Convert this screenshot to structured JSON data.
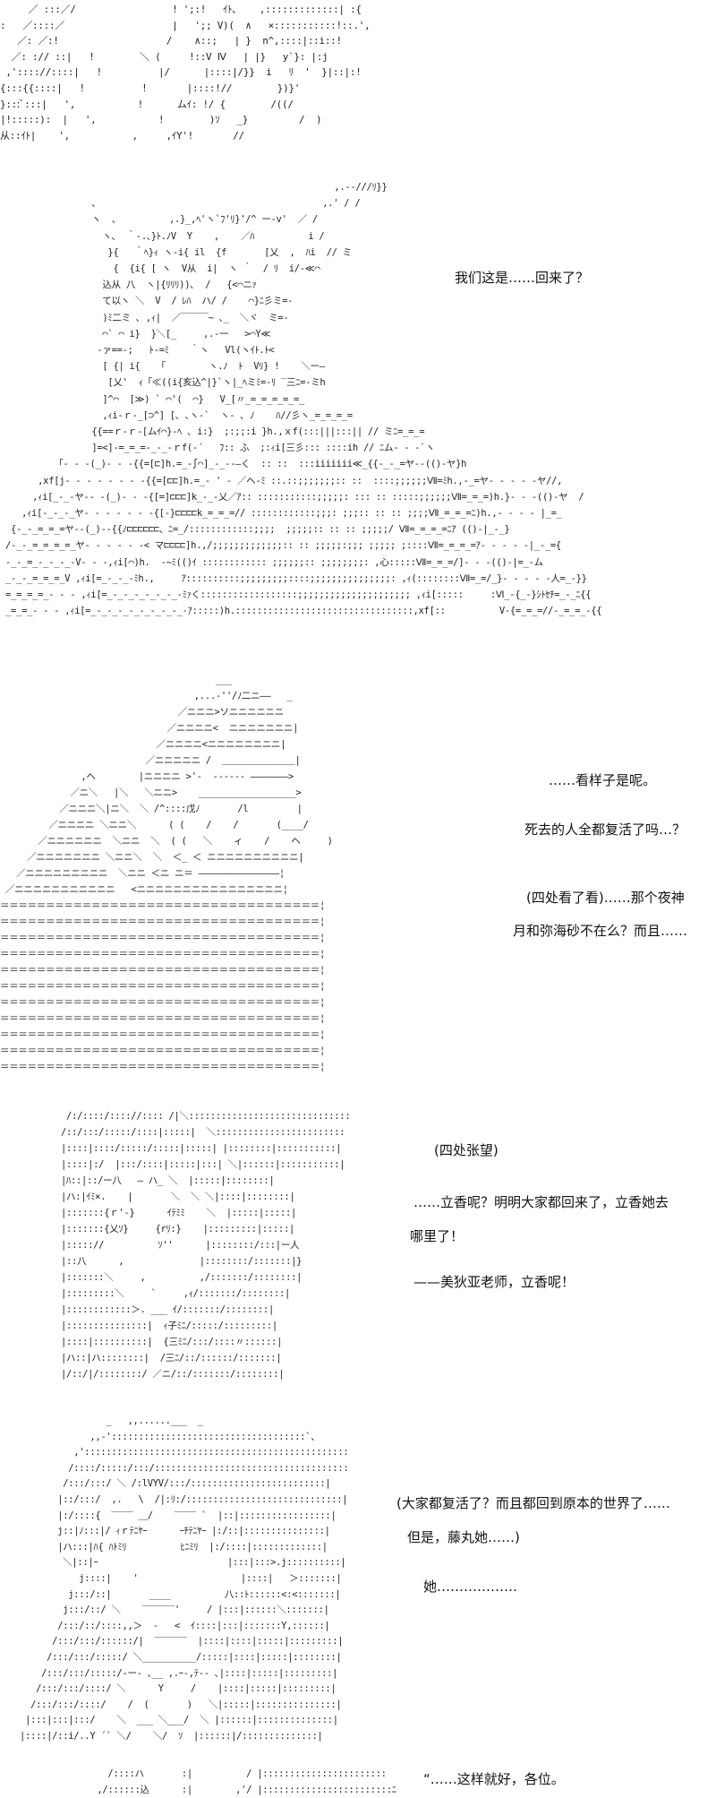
{
  "panels": [
    {
      "art": [
        "     ／ :::／/                 ! ';:!   ｲﾄ､    ,:::::::::::::| :{",
        ":   ／::::／                   |   ';; V)(  ∧   ×:::::::::::!::.',",
        "   ／: ／:!                   /    ∧::;   | }  n^,::::|::i::!",
        "  ／: :// ::|   !        ＼ (     !::V Ⅳ   | |}   y`}: |:j",
        " ,':::://::::|   !          |/      |::::|/}}  i   ﾘ  '  }|::|:!",
        "{:::{{::::|   !          !       |::::!//        })}'",
        "}:::ﾞ:::|   ',           !      ムｲ: !/ {        /((/",
        "|!:::::):  |   ',           !        )ｿ   _}         /  )",
        "从::ｲﾄ|    ',           ,     ,ｲY'!       //"
      ],
      "lines": [
        "我们这是……回来了？"
      ]
    },
    {
      "art": [
        "                                                              ,.-‐///ﾘ}}",
        "                 ､                                          ,.' / /",
        "                 ヽ  、         ,.}_,ﾍ'ヽ`ﾌ'ﾘ}'/^ ー-v'  ／ /",
        "                   ヽ､  ｀‐.､}ﾄ.ﾉV  Y    ,    ／ﾊ          i /",
        "                    }{   ｀ﾍ}ｨ ヽ-i{ il  {f       [乂  ,  ﾊi  // ミ",
        "                     {  {i{ [ ヽ  V从  i|  ヽ ｀  / ﾘ  i/-≪⌒",
        "                   込从 八  ヽ|{ﾘﾘﾘ))､  /   {<⌒ニｧ",
        "                   て以ヽ ＼  V  / ﾚﾊ  ハ/ /    ⌒}ﾆ彡ミ=-",
        "                   )ﾐ二ミ ､ ,ｨ|  ／￣￣￣~ ､_  ＼ヾ  ミ=-",
        "                   ⌒` ⌒ i}  }＼[_     ,.-一   >⌒Y≪",
        "                  -ァ==-;   ﾄ-=ﾐ    ｀ヽ   Vl(ヽｲﾄ.ﾄ<",
        "                   [ {| i{   「        ヽ.ﾉ  ﾄ  Vﾘ} !    ＼ー―",
        "                    [乂'  ｨ「≪((i{亥込^|}`ヽ|_ﾍミﾐ=-ﾘ ‾三ﾆ=-ミh",
        "                   ]^⌒  [≫) ` ⌒'(  ⌒}   V_[〃_=_=_=_=_=_",
        "                   ,ｨi-ｒ-_[⊃^] [､ ､ヽ-`  ヽ- ､ ﾉ    ﾊ//彡ヽ_=_=_=_=",
        "                 {{==ｒ-ｒ-[ムｲ⌒}‐ﾍ ､ i:}  ;:;;:i }h.,ｘf(:::|||:::|| // ミﾆ=_=_=",
        "                 ]=<]-=_=_=-_-_-ｒf(-´   ﾌ:: ふ  ;:ｨi[三彡::: ::::ih // ﾆム- - -`ヽ",
        "          「- - -(_)- - -{{=[⊏]h.=_-∫⌒]_-_--―く  :: ::  :::iiiiiii≪_{{-_-_=ヤ--(()-ヤ}h",
        "       ,xf[j- - - - - - - -{{=[⊏⊏]h.=_‐ ' - ／ヘ-ﾐ ::.::;;;;;;;:: ::  ::::;;;;;;Ⅶ=ﾐh.,-_=ヤ- - - - -ヤ//,",
        "      ,ｨi[_-_-ヤ-- -(_)- - -{[=]⊏⊏⊏]k_-_-乂／ｱ:: :::::::::::;;;;;: ::: :: :::::;;;;;;Ⅶ=_=_=)h.}- - -(()-ヤ  /",
        "    ,ｨi[-_-_-_ヤ- - - - - - -{[-}⊏⊏⊏⊏k_=_=_=// ::::::::::::;;;: ;;;:: :: :: ;;;;Ⅶ_=_=_=ﾆ)h.,- - - - |_=_",
        "  {-_-_=_=_=ヤ--(_)--{{ﾉ⊏⊏⊏⊏⊏⊏、ﾆ=_/::::::::::::;;;;  ;;;;;:: :: :: ;;;;;/ Ⅶ=_=_=_=ﾆｱ (()-|_-_}",
        " /-_-_=_=_=_=_ヤ- - - - - -< マ⊏⊏⊏⊏]h.,/;;;;;;;;;;;;;:: :: ;;;;;:;;; ;;;;; ;::::Ⅶ=_=_=_=ｱ- - - - -|_-_={",
        " -_-_=_-_-_-_-V- - -,ｨi[⌒)h.  ‐~ﾐ(()ｲ :::::::::::: ;;;;;;:: ;;;;;;;;: ,心:::::Ⅶ=_=_=/]- - -(()-|=_-ム",
        " _-_-_=_=_=_V ,ｨi[=_-_-_-ﾐh.,     ｱ::::::::::;;;;;;;;;::::;;;;;;;;;;;;;;;: ,ｨ(::::::::Ⅶ=_=/_}- - - - -人=_-}}",
        " =_=_=_=_- - - ,ｨi[=_-_-_-_-_-_-_-ﾐｧく::::::::::::::::::;;;;;;;;;;;;;;;;;;;;; ,ｨi[:::::     :Ⅵ_-{_-}ｼﾄｾﾁ=_-_ﾆ{{",
        " _=_=_- - - ,ｨi[=_-_-_-_-_-_-_-_-_-ｱ:::::)h.:::::::::::::::::::::::::::::::::,xf[::          V-{=_=_=//-_=_=_-{{"
      ],
      "lines": []
    },
    {
      "art": [
        "                                        ___",
        "                                    ,...-''/ﾉ二ニ――   _",
        "                                 ／ニニニ>ソニニニニニニ",
        "                               ／ニニニニ<  ニニニニニニニ|",
        "                             ／ニニニニ<ニニニニニニニニ|",
        "                           ／ニニニニニ /  ＿＿＿＿＿＿＿＿|",
        "               ,ヘ        |ニニニニ >'‐  ‐-‐-‐- ―――――――>",
        "             ／ニ＼   |＼   ＼ニニ>    __________________>",
        "           ／ニニニ＼|ニ＼  ＼ /^::::戊ﾉ       /l         |",
        "         ／ニニニニ ＼ニニ＼      ( (    /    /       (____/",
        "       ／ニニニニニニ  ＼ニニ  ＼  ( (   ＼    ィ    /    ヘ     )",
        "     ／ニニニニニニニ ＼ニニ＼  ＼  ＜_ ＜ ニニニニニニニニニニ|",
        "   ／ニニニニニニニニニ  ＼ニニ ＜ニ ニ＝ ―――――――――――――――¦",
        " ／ニニニニニニニニニニニ   <ニニニニニニニニニニニニニニニニ¦",
        "＝＝＝＝＝＝＝＝＝＝＝＝＝＝＝＝＝＝＝＝＝＝＝＝＝＝＝＝＝＝＝＝＝＝＝¦",
        "＝＝＝＝＝＝＝＝＝＝＝＝＝＝＝＝＝＝＝＝＝＝＝＝＝＝＝＝＝＝＝＝＝＝＝¦",
        "＝＝＝＝＝＝＝＝＝＝＝＝＝＝＝＝＝＝＝＝＝＝＝＝＝＝＝＝＝＝＝＝＝＝＝¦",
        "＝＝＝＝＝＝＝＝＝＝＝＝＝＝＝＝＝＝＝＝＝＝＝＝＝＝＝＝＝＝＝＝＝＝＝¦",
        "＝＝＝＝＝＝＝＝＝＝＝＝＝＝＝＝＝＝＝＝＝＝＝＝＝＝＝＝＝＝＝＝＝＝＝¦",
        "＝＝＝＝＝＝＝＝＝＝＝＝＝＝＝＝＝＝＝＝＝＝＝＝＝＝＝＝＝＝＝＝＝＝＝¦",
        "＝＝＝＝＝＝＝＝＝＝＝＝＝＝＝＝＝＝＝＝＝＝＝＝＝＝＝＝＝＝＝＝＝＝＝¦",
        "＝＝＝＝＝＝＝＝＝＝＝＝＝＝＝＝＝＝＝＝＝＝＝＝＝＝＝＝＝＝＝＝＝＝＝¦",
        "＝＝＝＝＝＝＝＝＝＝＝＝＝＝＝＝＝＝＝＝＝＝＝＝＝＝＝＝＝＝＝＝＝＝＝¦",
        "＝＝＝＝＝＝＝＝＝＝＝＝＝＝＝＝＝＝＝＝＝＝＝＝＝＝＝＝＝＝＝＝＝＝＝¦",
        "＝＝＝＝＝＝＝＝＝＝＝＝＝＝＝＝＝＝＝＝＝＝＝＝＝＝＝＝＝＝＝＝＝＝＝¦"
      ],
      "lines": [
        "……看样子是呢。",
        "死去的人全都复活了吗…？",
        "(四处看了看)……那个夜神",
        "月和弥海砂不在么？而且……"
      ]
    },
    {
      "art": [
        "  /:/::::/:::://:::: /|＼::::::::::::::::::::::::::::::",
        " /::/:::/:::::/::::|:::::|  ＼::::::::::::::::::::::::",
        " |::::|::::/:::::/:::::|:::::| |::::::::|:::::::::::|",
        " |::::|:/  |:::/::::|:::::|:::| ＼|::::::|:::::::::::|",
        " |ﾊ::|::/ー八   ― ハ_ ＼  |:::::|::::::::|",
        " |ハ:|ｲﾐ×.    |       ＼  ＼ ＼|::::|::::::::|",
        " |:::::::{ｒ'-}      ｲﾃﾐﾐ    ＼  |:::::|:::::|",
        " |:::::::{乂ｿ}     {rﾘ:}    |:::::::::|:::::|",
        " |::::://          ｿ''      |::::::::/:::|ー人",
        " |::八      ,              |::::::::/:::::::|}",
        " |:::::::＼     ,          ,/:::::::/::::::::|",
        " |:::::::::＼     `     ,ｨ/:::::::/::::::::|",
        " |::::::::::::＞. ___ ｲ/:::::::/::::::::|",
        " |:::::::::::::::|  ｨ子ﾐﾆ/:::::/:::::::::|",
        " |::::|::::::::::|  {三ﾐﾆ/:::/::::〃::::::|",
        " |ハ::|ハ::::::::|  /三ﾆ/::/::::::/:::::::|",
        " |/::/|/::::::::/ ／ニ/::/:::::::/::::::::|"
      ],
      "lines": [
        "(四处张望)",
        "……立香呢？明明大家都回来了，立香她去",
        "哪里了！",
        "——美狄亚老师，立香呢！"
      ]
    },
    {
      "art": [
        "                  _   ,,......___  _",
        "               ,,-'::::::::::::::::::::::::::::::::::::`、",
        "            ,':::::::::::::::::::::::::::::::::::::::::::::::::",
        "           /::::/:::::/:::/::::::::::::::::::::::::::::::::::::",
        "          /:::/:::/ ＼ /:lVYV/:::/:::::::::::::::::::::::::|",
        "         |::/:::/  ,.   \\  /|:ﾘ:/:::::::::::::::::::::::::::::|",
        "         |:/::::{  ‾‾‾‾ ＿/    ‾‾‾‾ `  |::|:::::::::::::::::|",
        "         j::|ﾉ:::|/ ｨｒﾃﾆﾔｰ      ｰﾁﾃﾆﾔｰ |:/::|:::::::::::::::|",
        "         |ハ:::|ﾊ{ ﾊﾄﾐﾘ          ﾋﾆﾐﾘ  |:/::::|:::::::::::::|",
        "          ＼|::|ｰ                        |:::|:::>.j::::::::::|",
        "             j::::|    '                   |::::|   ＞:::::::|",
        "           j:::/::|       ____          八::ﾄ::::::<:<:::::::|",
        "          j:::/::/ ＼    ‾‾‾‾‾‾'     / |:::|::::::＼:::::::|",
        "         /:::/::/::::,,＞  -   <  ｲ::::|:::|:::::::Y,::::::|",
        "        /:::/:::/::::::/|  ‾‾‾‾‾‾  |::::|::::|:::::|:::::::::|",
        "       /:::/:::/:::::/ ＼__________/:::::|::::|:::::|::::::::|",
        "      /:::/:::/:::::/-ー- ､__ ,.ｰ-,ﾃ‐- ､|::::|:::::|:::::::::|",
        "     /:::/:::/::::/ ＼      Y     /    |::::|:::::|:::::::::|",
        "    /:::/:::/::::/    /  (       )   ＼|:::::|:::::::::::::::|",
        "   |:::|:::|:::/    ＼  ___ ＼___/  ＼ |::::::|::::::::::::::|",
        "  |::::|/::i/..Y ´` ＼/    ＼/  ｿ  |::::::|/::::::::::::::|"
      ],
      "lines": [
        "(大家都复活了？而且都回到原本的世界了……",
        "但是，藤丸她……)",
        "她………………"
      ]
    },
    {
      "art": [
        "                    /::::ハ       :|          / |:::::::::::::::::::::::",
        "                  ,/::::::込      :|        ,'/ |::::::::::::::::::::::::ﾆ"
      ],
      "lines": [
        "“……这样就好，各位。"
      ]
    }
  ]
}
